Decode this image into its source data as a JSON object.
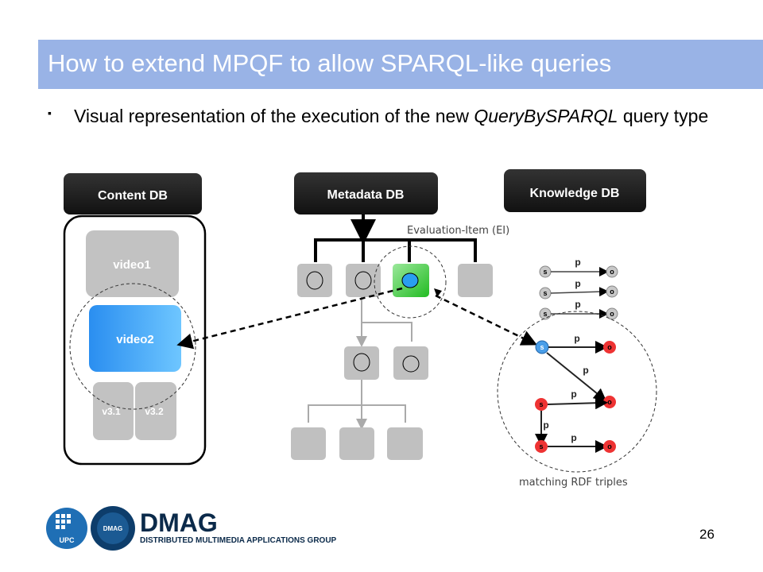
{
  "slide": {
    "title": "How to extend MPQF to allow SPARQL-like queries",
    "bullet_prefix": "Visual representation of the execution of the new ",
    "bullet_emph": "QueryBySPARQL",
    "bullet_suffix": " query type",
    "page_number": "26"
  },
  "diagram": {
    "content_db": {
      "header": "Content DB",
      "video1": "video1",
      "video2": "video2",
      "v31": "v3.1",
      "v32": "v3.2"
    },
    "metadata_db": {
      "header": "Metadata DB",
      "evaluation_item": "Evaluation-Item (EI)"
    },
    "knowledge_db": {
      "header": "Knowledge DB",
      "subject": "s",
      "object": "o",
      "predicate": "p",
      "caption": "matching RDF triples"
    }
  },
  "logo": {
    "upc": "UPC",
    "dmag_badge": "DMAG",
    "dmag_big": "DMAG",
    "dmag_sub": "DISTRIBUTED MULTIMEDIA APPLICATIONS GROUP"
  },
  "colors": {
    "title_bar": "#99b3e6",
    "header_box": "#1a1a1a",
    "node_gray": "#c0c0c0",
    "highlight_green": "#33cc33",
    "video2_blue": "#44aaf5",
    "subject_blue": "#4a9ee8",
    "match_red": "#ee3333"
  }
}
